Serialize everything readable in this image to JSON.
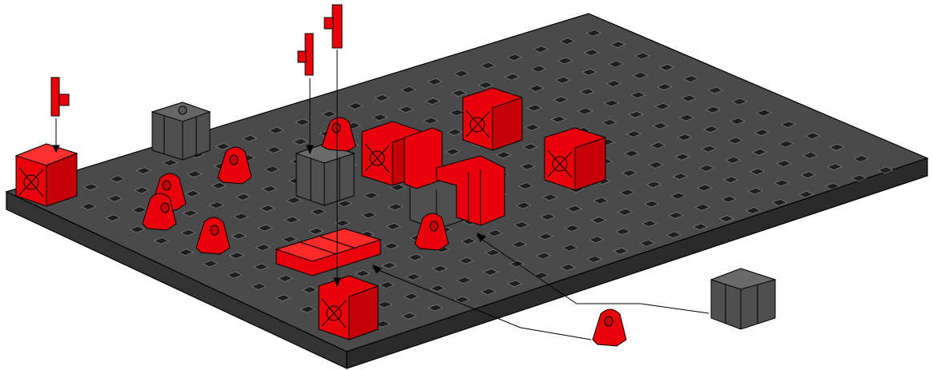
{
  "diagram": {
    "background": "#ffffff",
    "plate_color": "#4a4a4a",
    "plate_side_color": "#2f2f2f",
    "slot_color": "#2a2a2a",
    "part_red": "#e8000b",
    "part_red_shade": "#b30008",
    "part_gray": "#4d4d4d",
    "outline": "#000000",
    "parts": [
      {
        "kind": "building-block",
        "color": "red",
        "count": 6
      },
      {
        "kind": "building-block",
        "color": "gray",
        "count": 4
      },
      {
        "kind": "angle-bracket",
        "color": "red",
        "count": 7
      },
      {
        "kind": "peg",
        "color": "red",
        "count": 3
      },
      {
        "kind": "flat-plate",
        "color": "red",
        "count": 1
      }
    ]
  }
}
